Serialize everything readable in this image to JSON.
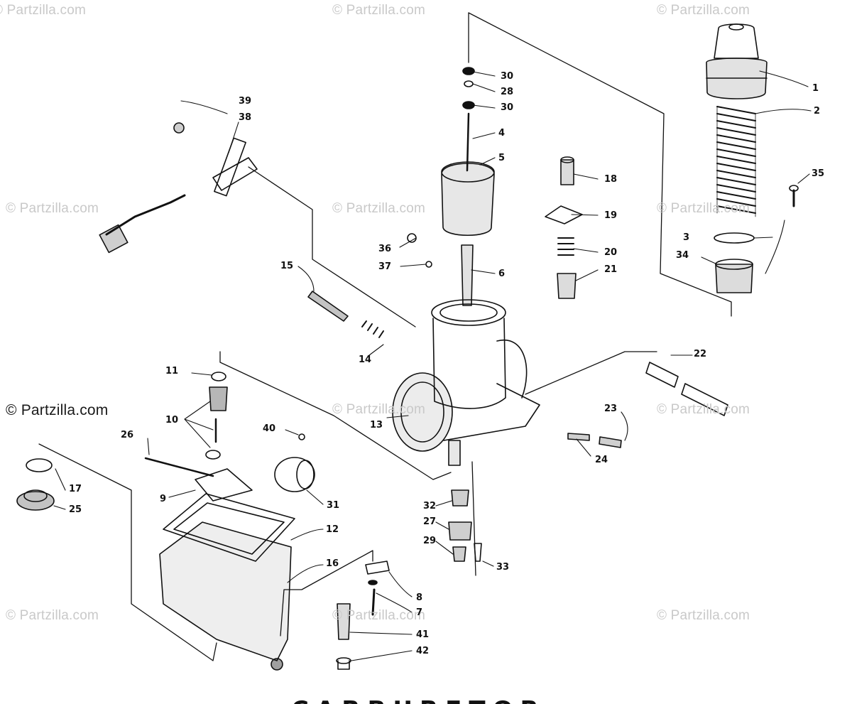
{
  "watermarks": {
    "brand": "© Partzilla.com",
    "prominent": "© Partzilla.com"
  },
  "diagram": {
    "title": "CARBURETOR",
    "callouts": [
      "1",
      "2",
      "3",
      "4",
      "5",
      "6",
      "7",
      "8",
      "9",
      "10",
      "11",
      "12",
      "13",
      "14",
      "15",
      "16",
      "17",
      "18",
      "19",
      "20",
      "21",
      "22",
      "23",
      "24",
      "25",
      "26",
      "27",
      "28",
      "29",
      "30",
      "30",
      "31",
      "32",
      "33",
      "34",
      "35",
      "36",
      "37",
      "38",
      "39",
      "40",
      "41",
      "42"
    ]
  }
}
